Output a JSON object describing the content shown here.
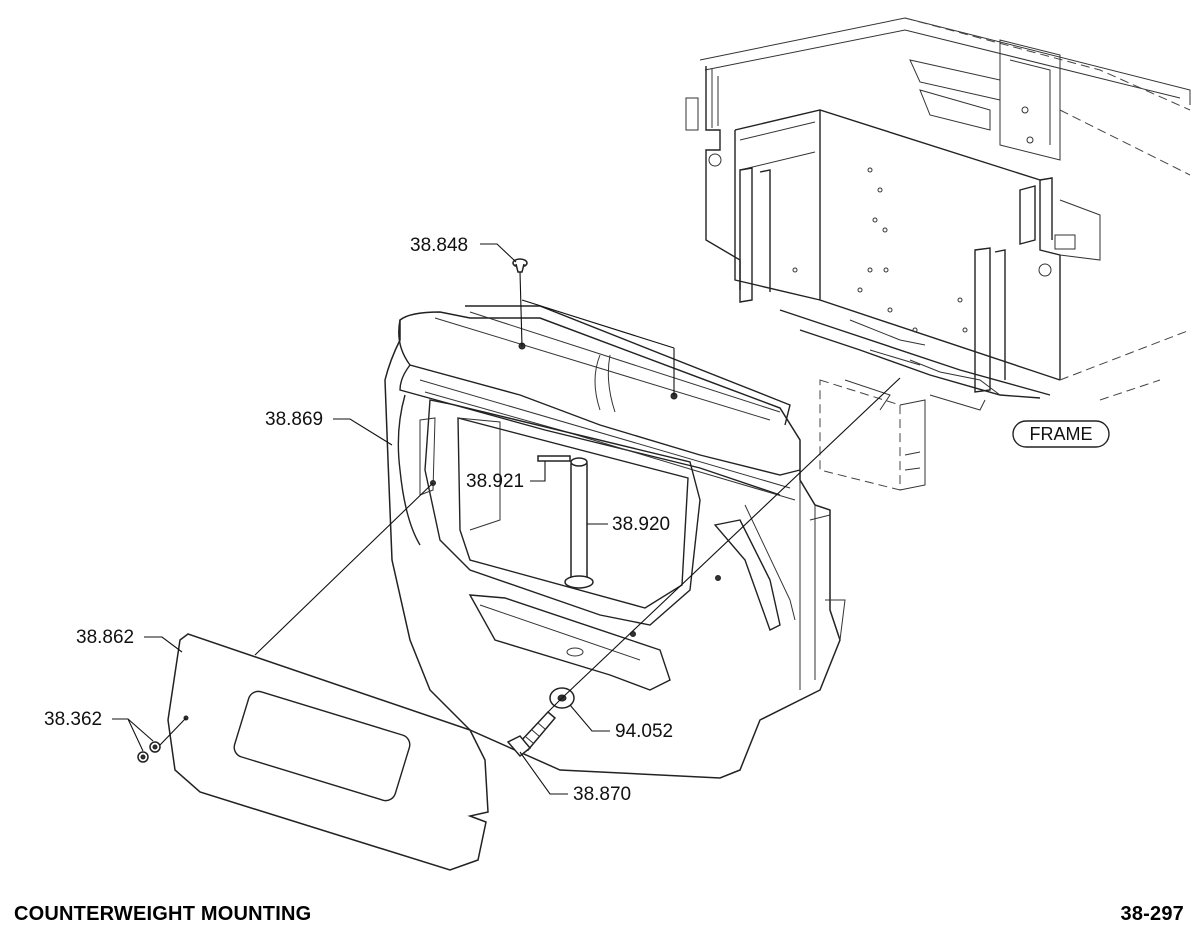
{
  "figure": {
    "title": "COUNTERWEIGHT MOUNTING",
    "page_number": "38-297"
  },
  "frame_label": "FRAME",
  "callouts": {
    "p38_848": "38.848",
    "p38_869": "38.869",
    "p38_921": "38.921",
    "p38_920": "38.920",
    "p38_862": "38.862",
    "p38_362": "38.362",
    "p94_052": "94.052",
    "p38_870": "38.870"
  }
}
